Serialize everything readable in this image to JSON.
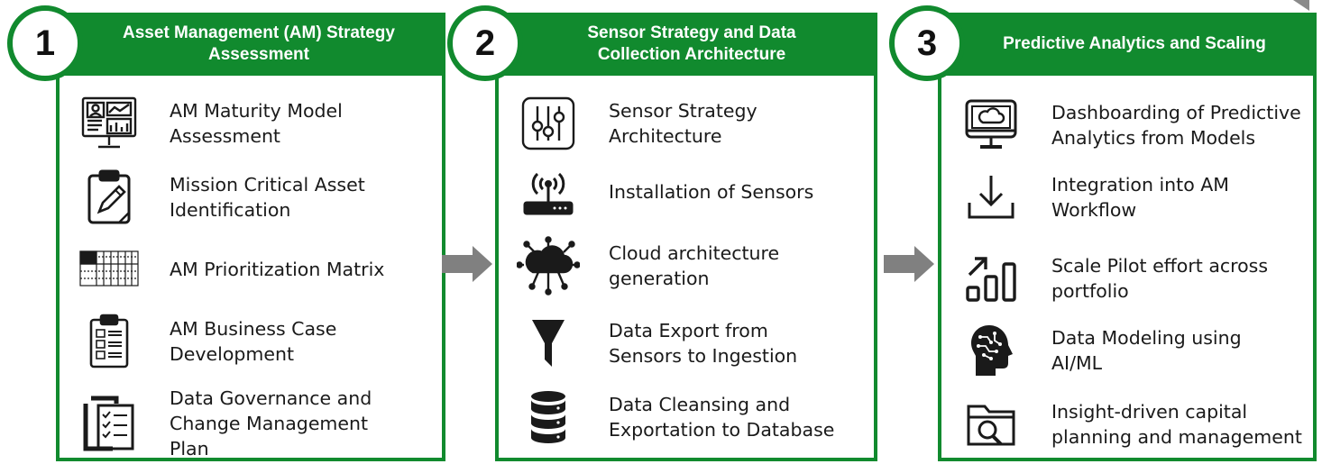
{
  "colors": {
    "accent": "#118a2e",
    "arrow": "#808080",
    "icon": "#1a1a1a"
  },
  "steps": [
    {
      "number": "1",
      "title_line1": "Asset Management (AM) Strategy",
      "title_line2": "Assessment",
      "items": [
        {
          "line1": "AM Maturity Model",
          "line2": "Assessment",
          "line3": "",
          "icon": "dashboard-monitor-icon"
        },
        {
          "line1": "Mission Critical Asset",
          "line2": "Identification",
          "line3": "",
          "icon": "clipboard-pencil-icon"
        },
        {
          "line1": "AM Prioritization Matrix",
          "line2": "",
          "line3": "",
          "icon": "matrix-grid-icon"
        },
        {
          "line1": "AM Business Case",
          "line2": "Development",
          "line3": "",
          "icon": "clipboard-checklist-icon"
        },
        {
          "line1": "Data Governance and",
          "line2": "Change Management",
          "line3": "Plan",
          "icon": "document-checklist-icon"
        }
      ]
    },
    {
      "number": "2",
      "title_line1": "Sensor Strategy and Data",
      "title_line2": "Collection Architecture",
      "items": [
        {
          "line1": "Sensor Strategy",
          "line2": "Architecture",
          "icon": "sliders-icon"
        },
        {
          "line1": "Installation of Sensors",
          "line2": "",
          "icon": "wireless-router-icon"
        },
        {
          "line1": "Cloud architecture",
          "line2": "generation",
          "icon": "cloud-network-icon"
        },
        {
          "line1": "Data Export from",
          "line2": "Sensors to Ingestion",
          "icon": "funnel-icon"
        },
        {
          "line1": "Data Cleansing and",
          "line2": "Exportation to Database",
          "icon": "database-icon"
        }
      ]
    },
    {
      "number": "3",
      "title_line1": "Predictive Analytics and Scaling",
      "title_line2": "",
      "items": [
        {
          "line1": "Dashboarding of Predictive",
          "line2": "Analytics from Models",
          "icon": "cloud-monitor-icon"
        },
        {
          "line1": "Integration into AM",
          "line2": "Workflow",
          "icon": "download-tray-icon"
        },
        {
          "line1": "Scale Pilot effort across",
          "line2": "portfolio",
          "icon": "growth-chart-icon"
        },
        {
          "line1": "Data Modeling using",
          "line2": "AI/ML",
          "icon": "ai-head-icon"
        },
        {
          "line1": "Insight-driven capital",
          "line2": "planning and management",
          "icon": "folder-search-icon"
        }
      ]
    }
  ]
}
